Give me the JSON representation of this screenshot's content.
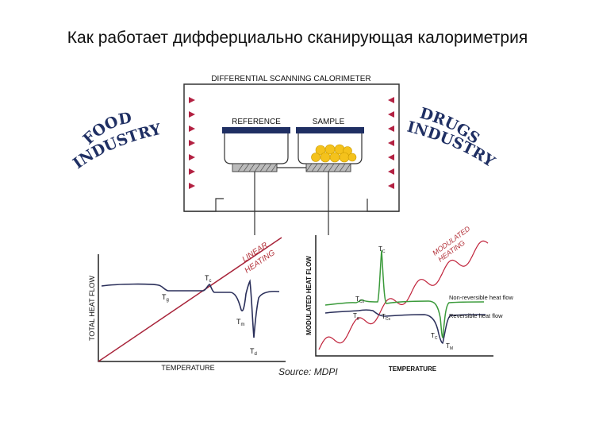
{
  "page": {
    "title": "Как работает дифферциально сканирующая калориметрия",
    "source": "Source: MDPI"
  },
  "instrument": {
    "title": "DIFFERENTIAL SCANNING CALORIMETER",
    "reference_label": "REFERENCE",
    "sample_label": "SAMPLE"
  },
  "side_labels": {
    "left_line1": "FOOD",
    "left_line2": "INDUSTRY",
    "right_line1": "DRUGS",
    "right_line2": "INDUSTRY"
  },
  "left_plot": {
    "ylabel": "TOTAL HEAT FLOW",
    "xlabel": "TEMPERATURE",
    "heating_line1": "LINEAR",
    "heating_line2": "HEATING",
    "tg": "T",
    "tg_sub": "g",
    "tc": "T",
    "tc_sub": "c",
    "tm": "T",
    "tm_sub": "m",
    "td": "T",
    "td_sub": "d"
  },
  "right_plot": {
    "ylabel": "MODULATED HEAT FLOW",
    "xlabel": "TEMPERATURE",
    "heating_line1": "MODULATED",
    "heating_line2": "HEATING",
    "nonrev_label": "Non-reversible heat flow",
    "rev_label": "Reversible heat flow",
    "tc_main": "T",
    "tc_main_sub": "C",
    "tcs": "T",
    "tcs_sub": "Cs",
    "tg": "T",
    "tg_sub": "g",
    "tcs2": "T",
    "tcs2_sub": "Cs",
    "tc_end": "T",
    "tc_end_sub": "C",
    "tm": "T",
    "tm_sub": "M"
  },
  "colors": {
    "navy": "#1f2f63",
    "heating_red": "#a8243a",
    "green_curve": "#3a9a3a",
    "red_wall": "#b32142"
  }
}
